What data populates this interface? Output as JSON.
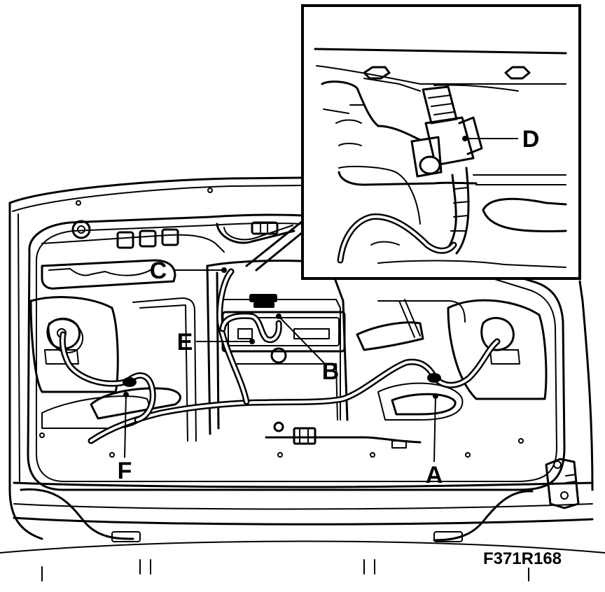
{
  "figure": {
    "reference": "F371R168",
    "labels": {
      "A": "A",
      "B": "B",
      "C": "C",
      "D": "D",
      "E": "E",
      "F": "F"
    }
  }
}
